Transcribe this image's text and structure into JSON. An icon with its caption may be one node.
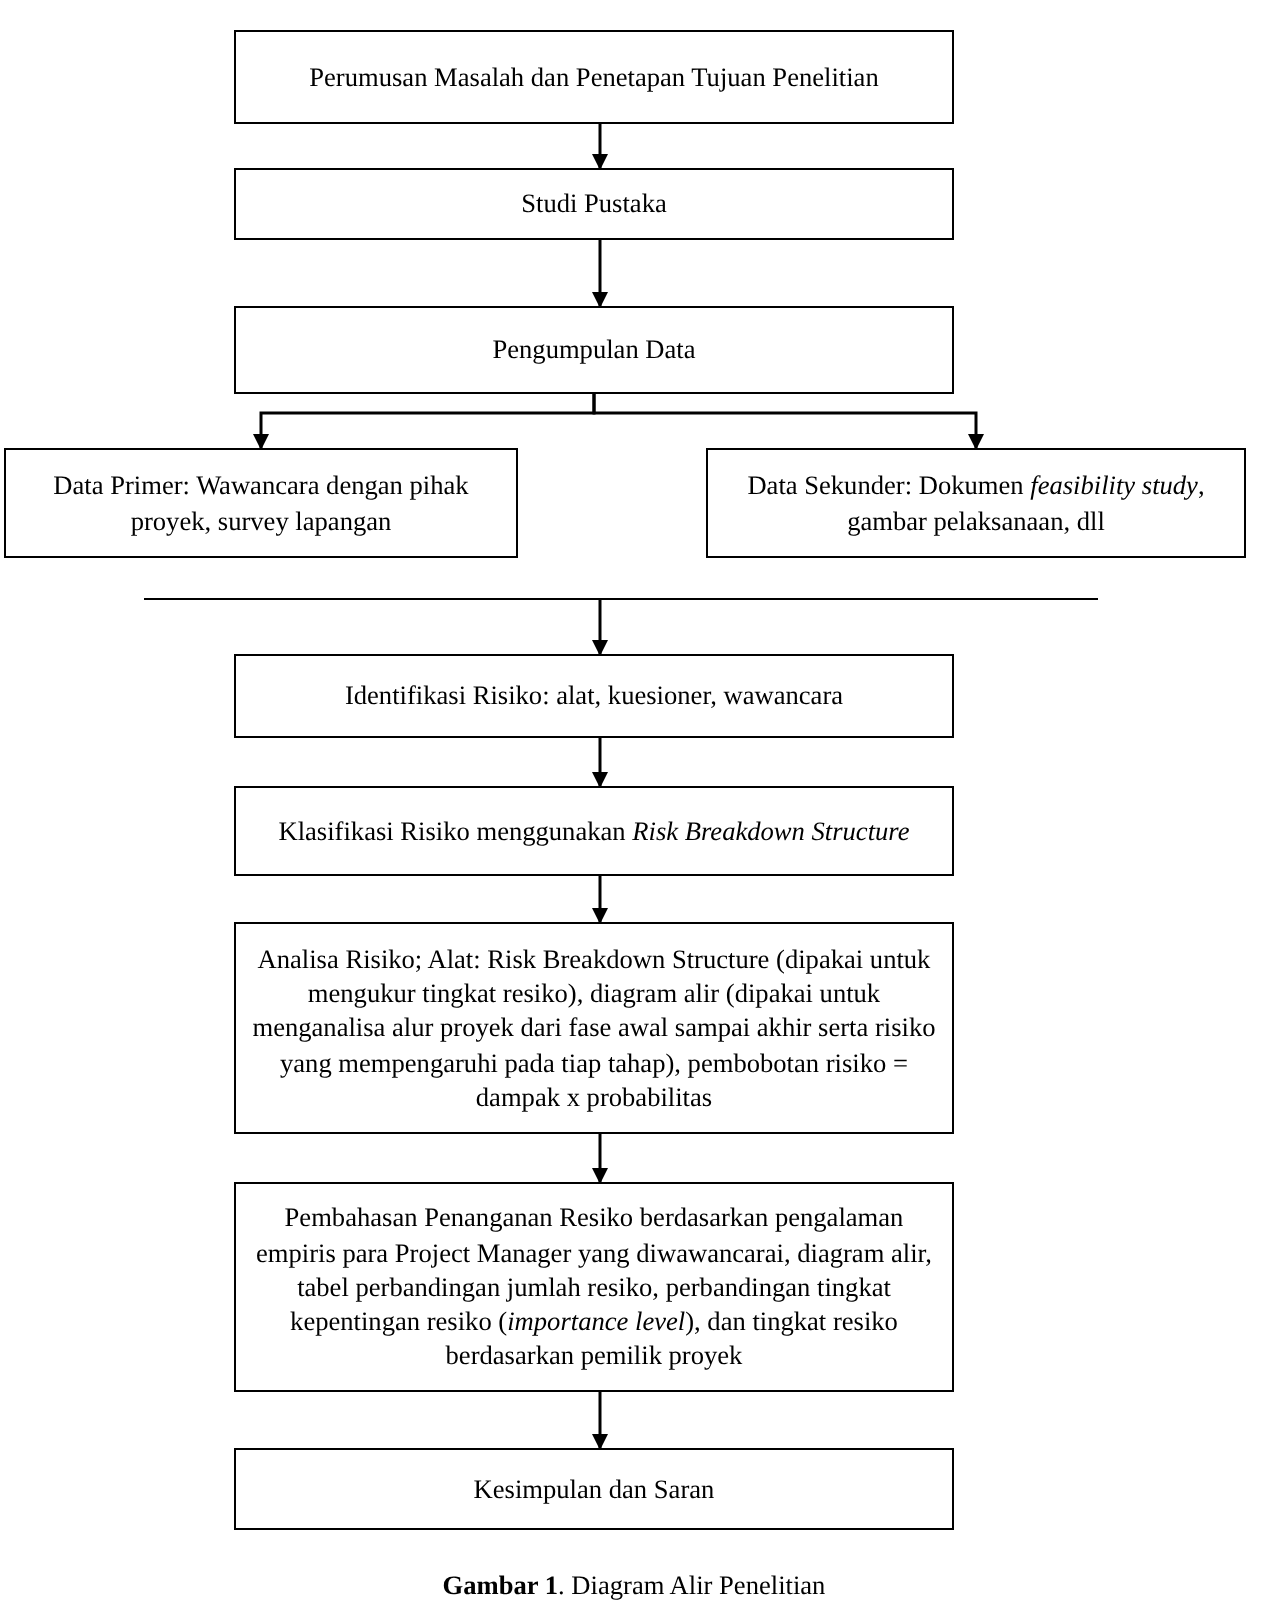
{
  "diagram": {
    "caption": "**Gambar 1**. Diagram Alir Penelitian",
    "nodes": [
      {
        "text": [
          "Perumusan Masalah dan Penetapan Tujuan Penelitian"
        ]
      },
      {
        "text": [
          "Studi Pustaka"
        ]
      },
      {
        "text": [
          "Pengumpulan Data"
        ]
      },
      {
        "text": [
          "Data Primer: Wawancara dengan pihak proyek, survey lapangan"
        ]
      },
      {
        "text": [
          "Data Sekunder: Dokumen *feasibility study*, gambar pelaksanaan, dll"
        ]
      },
      {
        "text": [],
        "shape": "bar"
      },
      {
        "text": [
          "Identifikasi Risiko: alat, kuesioner, wawancara"
        ]
      },
      {
        "text": [
          "Klasifikasi Risiko menggunakan *Risk Breakdown Structure*"
        ]
      },
      {
        "text": [
          "Analisa Risiko; Alat: Risk Breakdown Structure (dipakai untuk mengukur tingkat resiko), diagram alir (dipakai untuk menganalisa alur proyek dari fase awal sampai akhir serta risiko yang mempengaruhi pada tiap tahap), pembobotan risiko = dampak x probabilitas"
        ]
      },
      {
        "text": [
          "Pembahasan Penanganan Resiko berdasarkan pengalaman empiris para Project Manager yang diwawancarai, diagram alir, tabel perbandingan jumlah resiko, perbandingan tingkat kepentingan resiko (*importance level*), dan tingkat resiko berdasarkan pemilik proyek"
        ]
      },
      {
        "text": [
          "Kesimpulan dan Saran"
        ]
      }
    ],
    "edges": [
      {
        "from": 0,
        "to": 1,
        "arrow": "to"
      },
      {
        "from": 1,
        "to": 2,
        "arrow": "to"
      },
      {
        "from": 2,
        "to": 3,
        "arrow": "to"
      },
      {
        "from": 2,
        "to": 4,
        "arrow": "to"
      },
      {
        "from": 5,
        "to": 6,
        "arrow": "to"
      },
      {
        "from": 6,
        "to": 7,
        "arrow": "to"
      },
      {
        "from": 7,
        "to": 8,
        "arrow": "to"
      },
      {
        "from": 8,
        "to": 9,
        "arrow": "to"
      },
      {
        "from": 9,
        "to": 10,
        "arrow": "to"
      }
    ]
  }
}
